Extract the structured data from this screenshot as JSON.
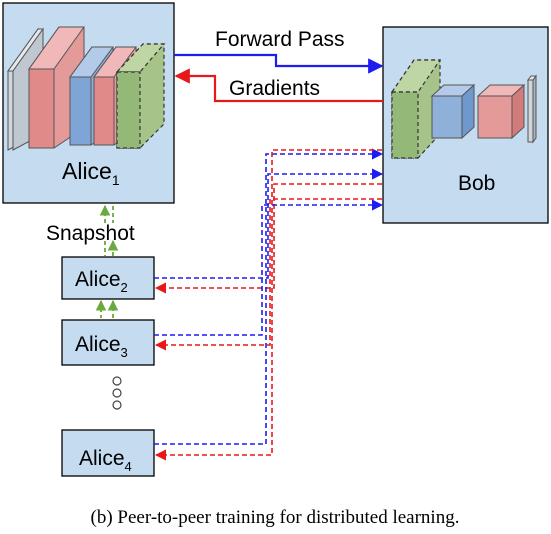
{
  "diagram": {
    "caption": "(b) Peer-to-peer training for distributed learning.",
    "nodes": {
      "alice1": {
        "name": "Alice",
        "sub": "1"
      },
      "alice2": {
        "name": "Alice",
        "sub": "2"
      },
      "alice3": {
        "name": "Alice",
        "sub": "3"
      },
      "alice4": {
        "name": "Alice",
        "sub": "4"
      },
      "bob": {
        "name": "Bob"
      }
    },
    "edges": {
      "forward": "Forward Pass",
      "gradients": "Gradients",
      "snapshot": "Snapshot"
    }
  },
  "colors": {
    "box_fill": "#c5dbf0",
    "forward": "#1d1df0",
    "gradients": "#e81818",
    "snapshot": "#6aaa3e"
  }
}
